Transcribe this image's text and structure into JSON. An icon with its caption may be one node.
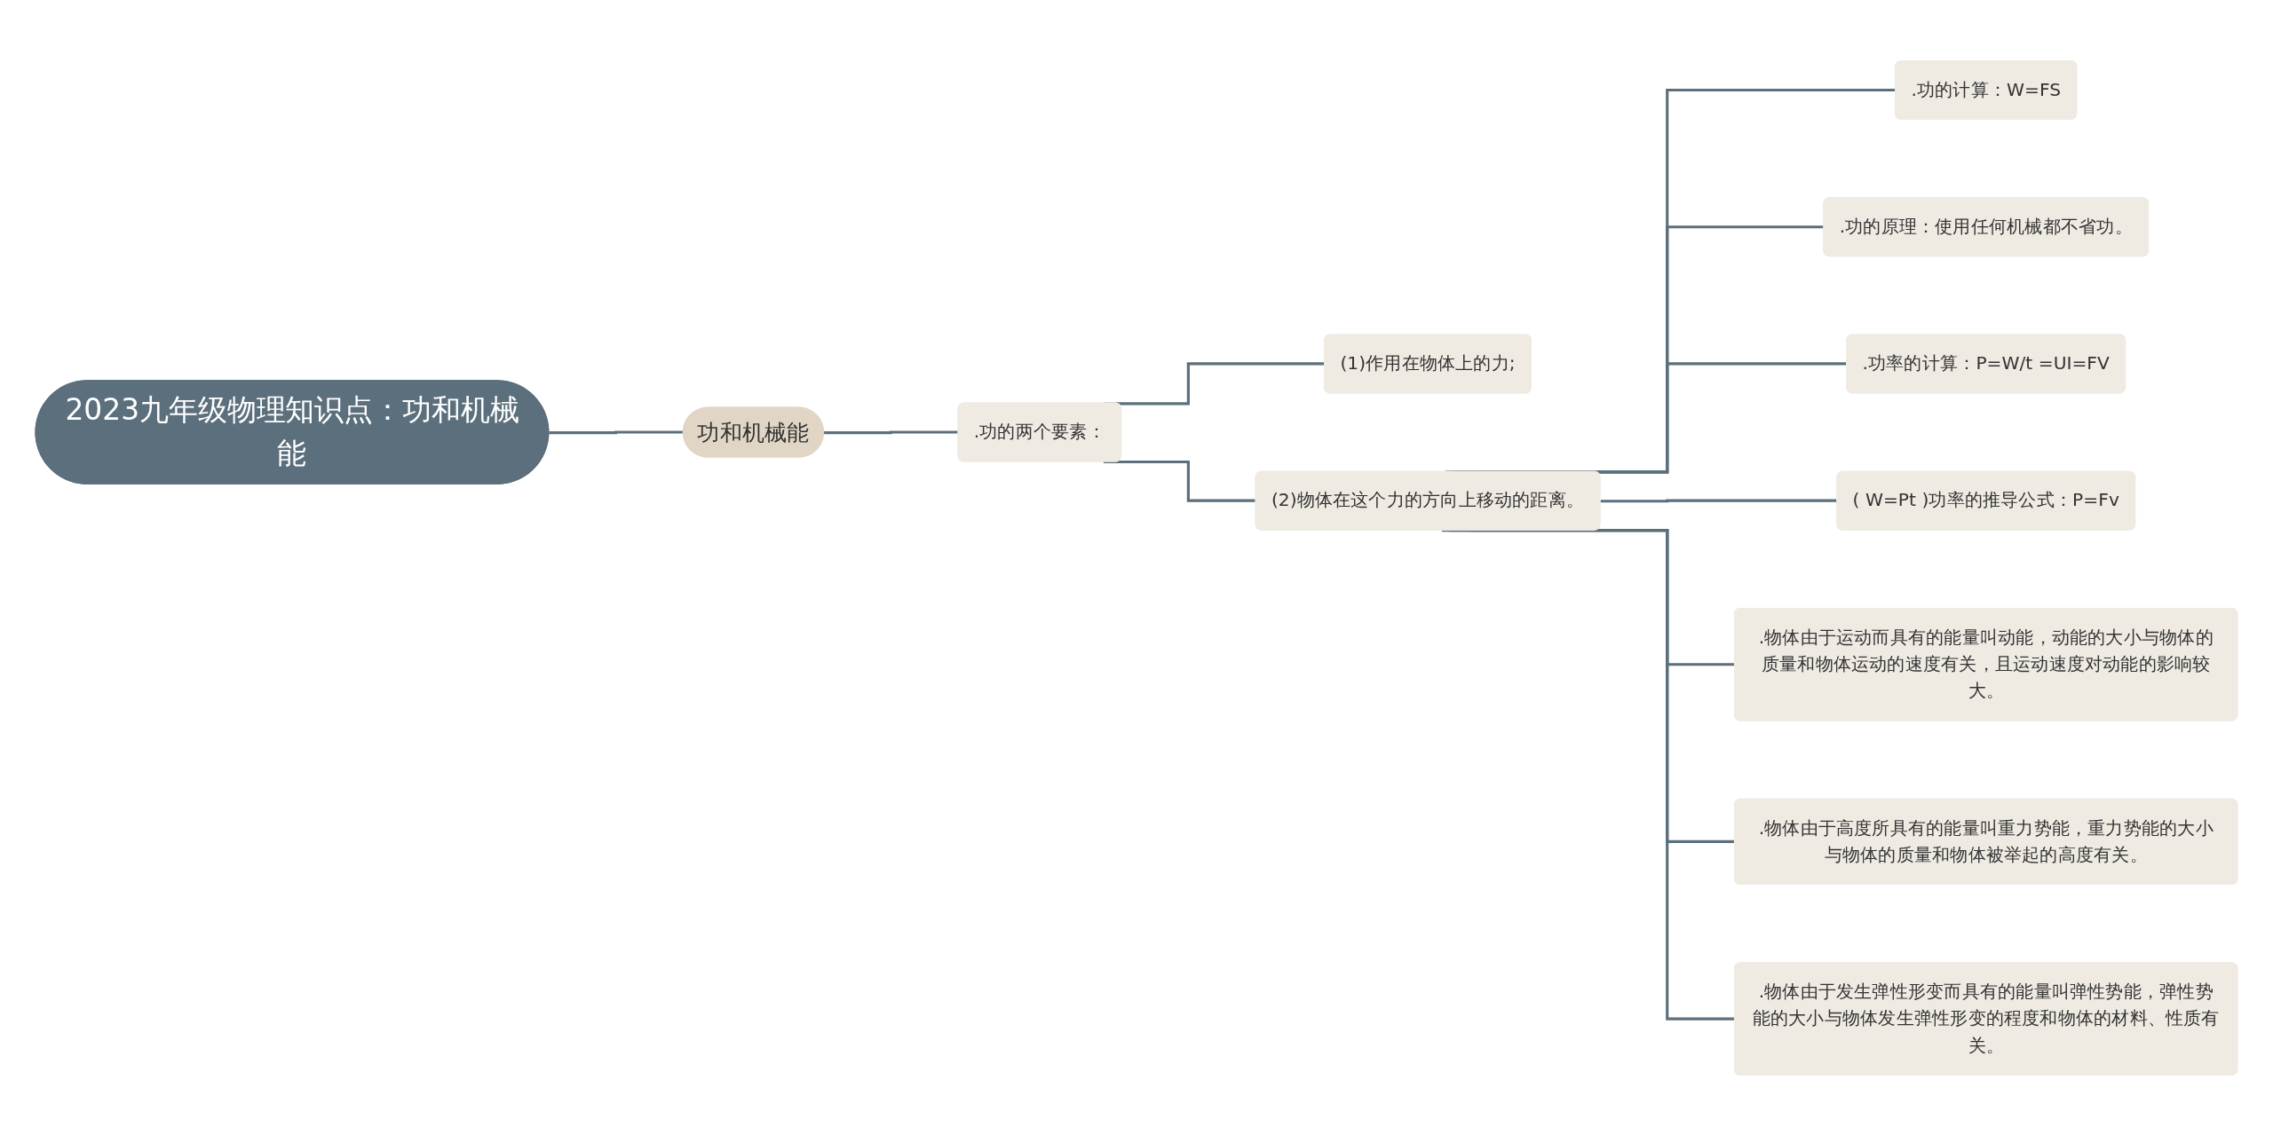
{
  "diagram": {
    "nodes": [
      {
        "text": [
          "2023九年级物理知识点：功和机械能"
        ]
      },
      {
        "text": [
          "功和机械能"
        ]
      },
      {
        "text": [
          ".功的两个要素："
        ]
      },
      {
        "text": [
          "(1)作用在物体上的力;"
        ]
      },
      {
        "text": [
          "(2)物体在这个力的方向上移动的距离。"
        ]
      },
      {
        "text": [
          ".功的计算：W=FS"
        ]
      },
      {
        "text": [
          ".功的原理：使用任何机械都不省功。"
        ]
      },
      {
        "text": [
          ".功率的计算：P=W/t =UI=FV"
        ]
      },
      {
        "text": [
          "( W=Pt )功率的推导公式：P=Fv"
        ]
      },
      {
        "text": [
          ".物体由于运动而具有的能量叫动能，动能的大小与物体的质量和物体运动的速度有关，且运动速度对动能的影响较大。"
        ]
      },
      {
        "text": [
          ".物体由于高度所具有的能量叫重力势能，重力势能的大小与物体的质量和物体被举起的高度有关。"
        ]
      },
      {
        "text": [
          ".物体由于发生弹性形变而具有的能量叫弹性势能，弹性势能的大小与物体发生弹性形变的程度和物体的材料、性质有关。"
        ]
      }
    ],
    "edges": [
      {
        "from": 0,
        "to": 1,
        "arrow": "none"
      },
      {
        "from": 1,
        "to": 2,
        "arrow": "none"
      },
      {
        "from": 2,
        "to": 3,
        "arrow": "none"
      },
      {
        "from": 2,
        "to": 4,
        "arrow": "none"
      },
      {
        "from": 4,
        "to": 5,
        "arrow": "none"
      },
      {
        "from": 4,
        "to": 6,
        "arrow": "none"
      },
      {
        "from": 4,
        "to": 7,
        "arrow": "none"
      },
      {
        "from": 4,
        "to": 8,
        "arrow": "none"
      },
      {
        "from": 4,
        "to": 9,
        "arrow": "none"
      },
      {
        "from": 4,
        "to": 10,
        "arrow": "none"
      },
      {
        "from": 4,
        "to": 11,
        "arrow": "none"
      }
    ]
  }
}
